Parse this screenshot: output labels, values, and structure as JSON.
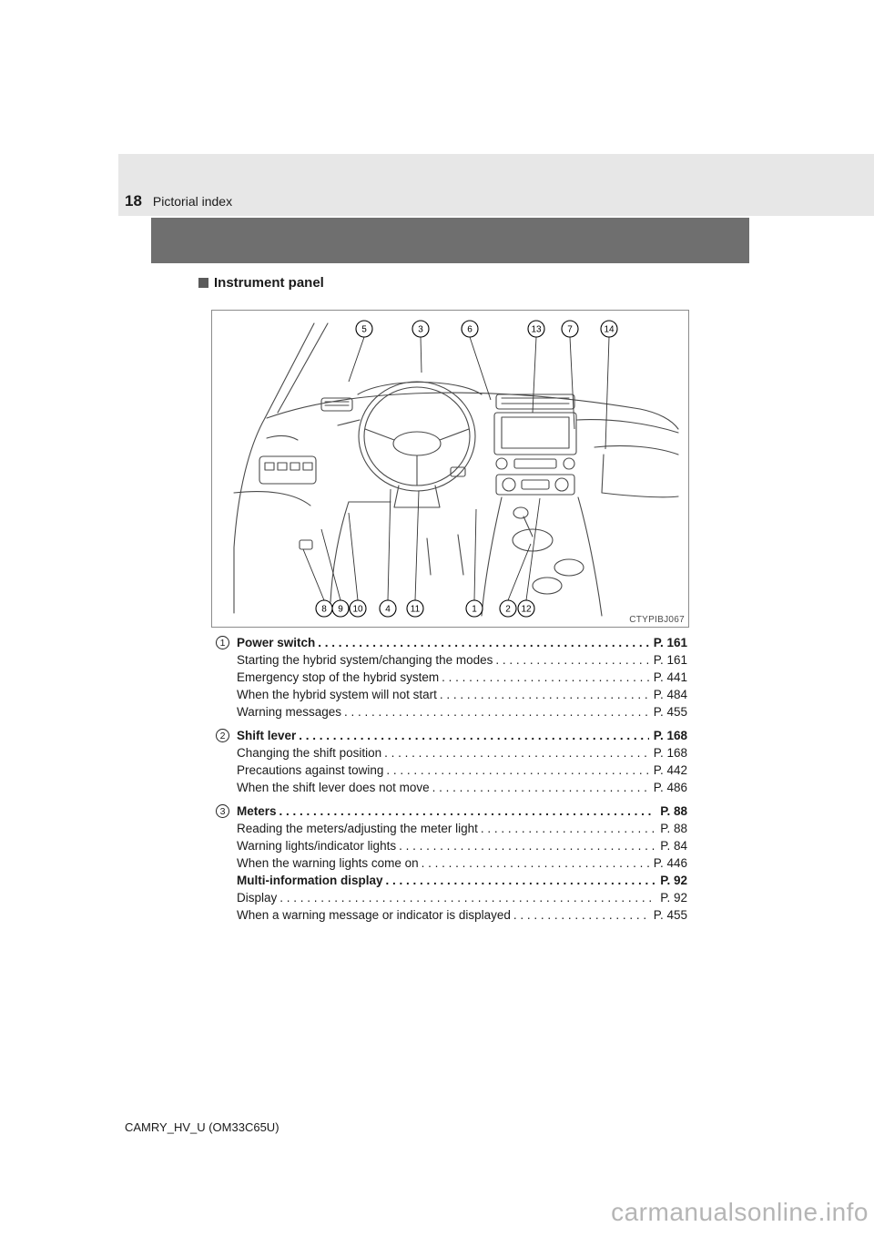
{
  "header": {
    "page_number": "18",
    "chapter": "Pictorial index"
  },
  "section": {
    "title": "Instrument panel"
  },
  "figure": {
    "caption": "CTYPIBJ067",
    "callouts": [
      "5",
      "3",
      "6",
      "13",
      "7",
      "14",
      "8",
      "9",
      "10",
      "4",
      "11",
      "1",
      "2",
      "12"
    ]
  },
  "index": [
    {
      "num": "1",
      "title": "Power switch",
      "page": "P. 161",
      "sub": [
        {
          "label": "Starting the hybrid system/changing the modes",
          "page": "P. 161"
        },
        {
          "label": "Emergency stop of the hybrid system",
          "page": "P. 441"
        },
        {
          "label": "When the hybrid system will not start",
          "page": "P. 484"
        },
        {
          "label": "Warning messages",
          "page": "P. 455"
        }
      ]
    },
    {
      "num": "2",
      "title": "Shift lever",
      "page": "P. 168",
      "sub": [
        {
          "label": "Changing the shift position",
          "page": "P. 168"
        },
        {
          "label": "Precautions against towing",
          "page": "P. 442"
        },
        {
          "label": "When the shift lever does not move",
          "page": "P. 486"
        }
      ]
    },
    {
      "num": "3",
      "title": "Meters",
      "page": "P. 88",
      "sub": [
        {
          "label": "Reading the meters/adjusting the meter light",
          "page": "P. 88"
        },
        {
          "label": "Warning lights/indicator lights",
          "page": "P. 84"
        },
        {
          "label": "When the warning lights come on",
          "page": "P. 446"
        },
        {
          "label": "Multi-information display",
          "page": "P. 92"
        },
        {
          "label": "Display",
          "page": "P. 92"
        },
        {
          "label": "When a warning message or indicator is displayed",
          "page": "P. 455"
        }
      ]
    }
  ],
  "footer": {
    "doc_code": "CAMRY_HV_U (OM33C65U)"
  },
  "watermark": "carmanualsonline.info"
}
